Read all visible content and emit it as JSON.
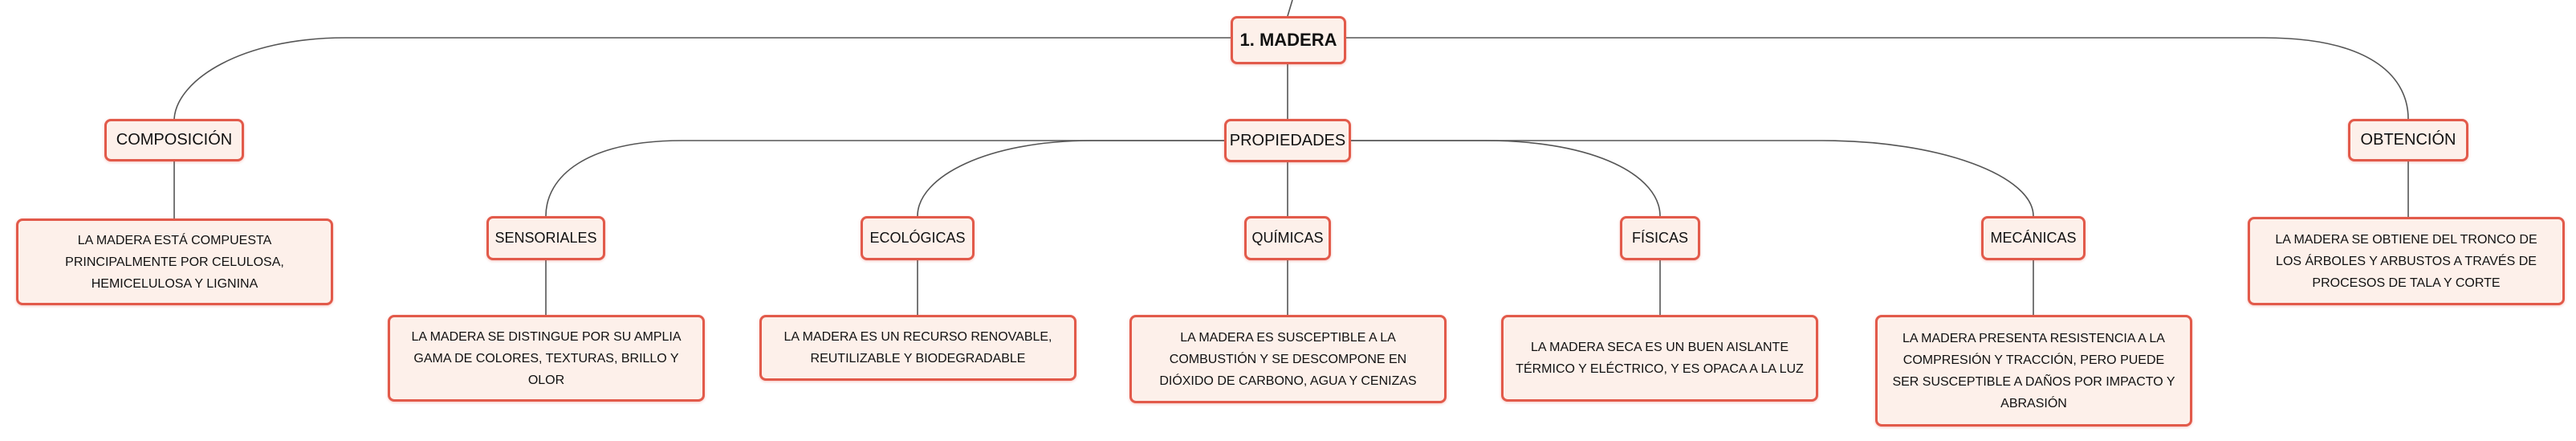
{
  "colors": {
    "node_fill": "#fdf0ea",
    "node_border": "#e25a4a",
    "connector": "#555555",
    "text": "#111111"
  },
  "root": {
    "label": "1. MADERA"
  },
  "branches": {
    "composicion": {
      "label": "COMPOSICIÓN",
      "detail": "LA MADERA ESTÁ COMPUESTA PRINCIPALMENTE POR CELULOSA, HEMICELULOSA Y LIGNINA"
    },
    "propiedades": {
      "label": "PROPIEDADES",
      "items": [
        {
          "label": "SENSORIALES",
          "detail": "LA MADERA SE DISTINGUE POR SU AMPLIA GAMA DE COLORES, TEXTURAS, BRILLO Y OLOR"
        },
        {
          "label": "ECOLÓGICAS",
          "detail": "LA MADERA ES UN RECURSO RENOVABLE, REUTILIZABLE Y BIODEGRADABLE"
        },
        {
          "label": "QUÍMICAS",
          "detail": "LA MADERA ES SUSCEPTIBLE A LA COMBUSTIÓN Y SE DESCOMPONE EN DIÓXIDO DE CARBONO, AGUA Y CENIZAS"
        },
        {
          "label": "FÍSICAS",
          "detail": "LA MADERA SECA ES UN BUEN AISLANTE TÉRMICO Y ELÉCTRICO, Y ES OPACA A LA LUZ"
        },
        {
          "label": "MECÁNICAS",
          "detail": "LA MADERA PRESENTA RESISTENCIA A LA COMPRESIÓN Y TRACCIÓN, PERO PUEDE SER SUSCEPTIBLE A DAÑOS POR IMPACTO Y ABRASIÓN"
        }
      ]
    },
    "obtencion": {
      "label": "OBTENCIÓN",
      "detail": "LA MADERA SE OBTIENE DEL TRONCO DE LOS ÁRBOLES Y ARBUSTOS A TRAVÉS DE PROCESOS DE TALA Y CORTE"
    }
  }
}
